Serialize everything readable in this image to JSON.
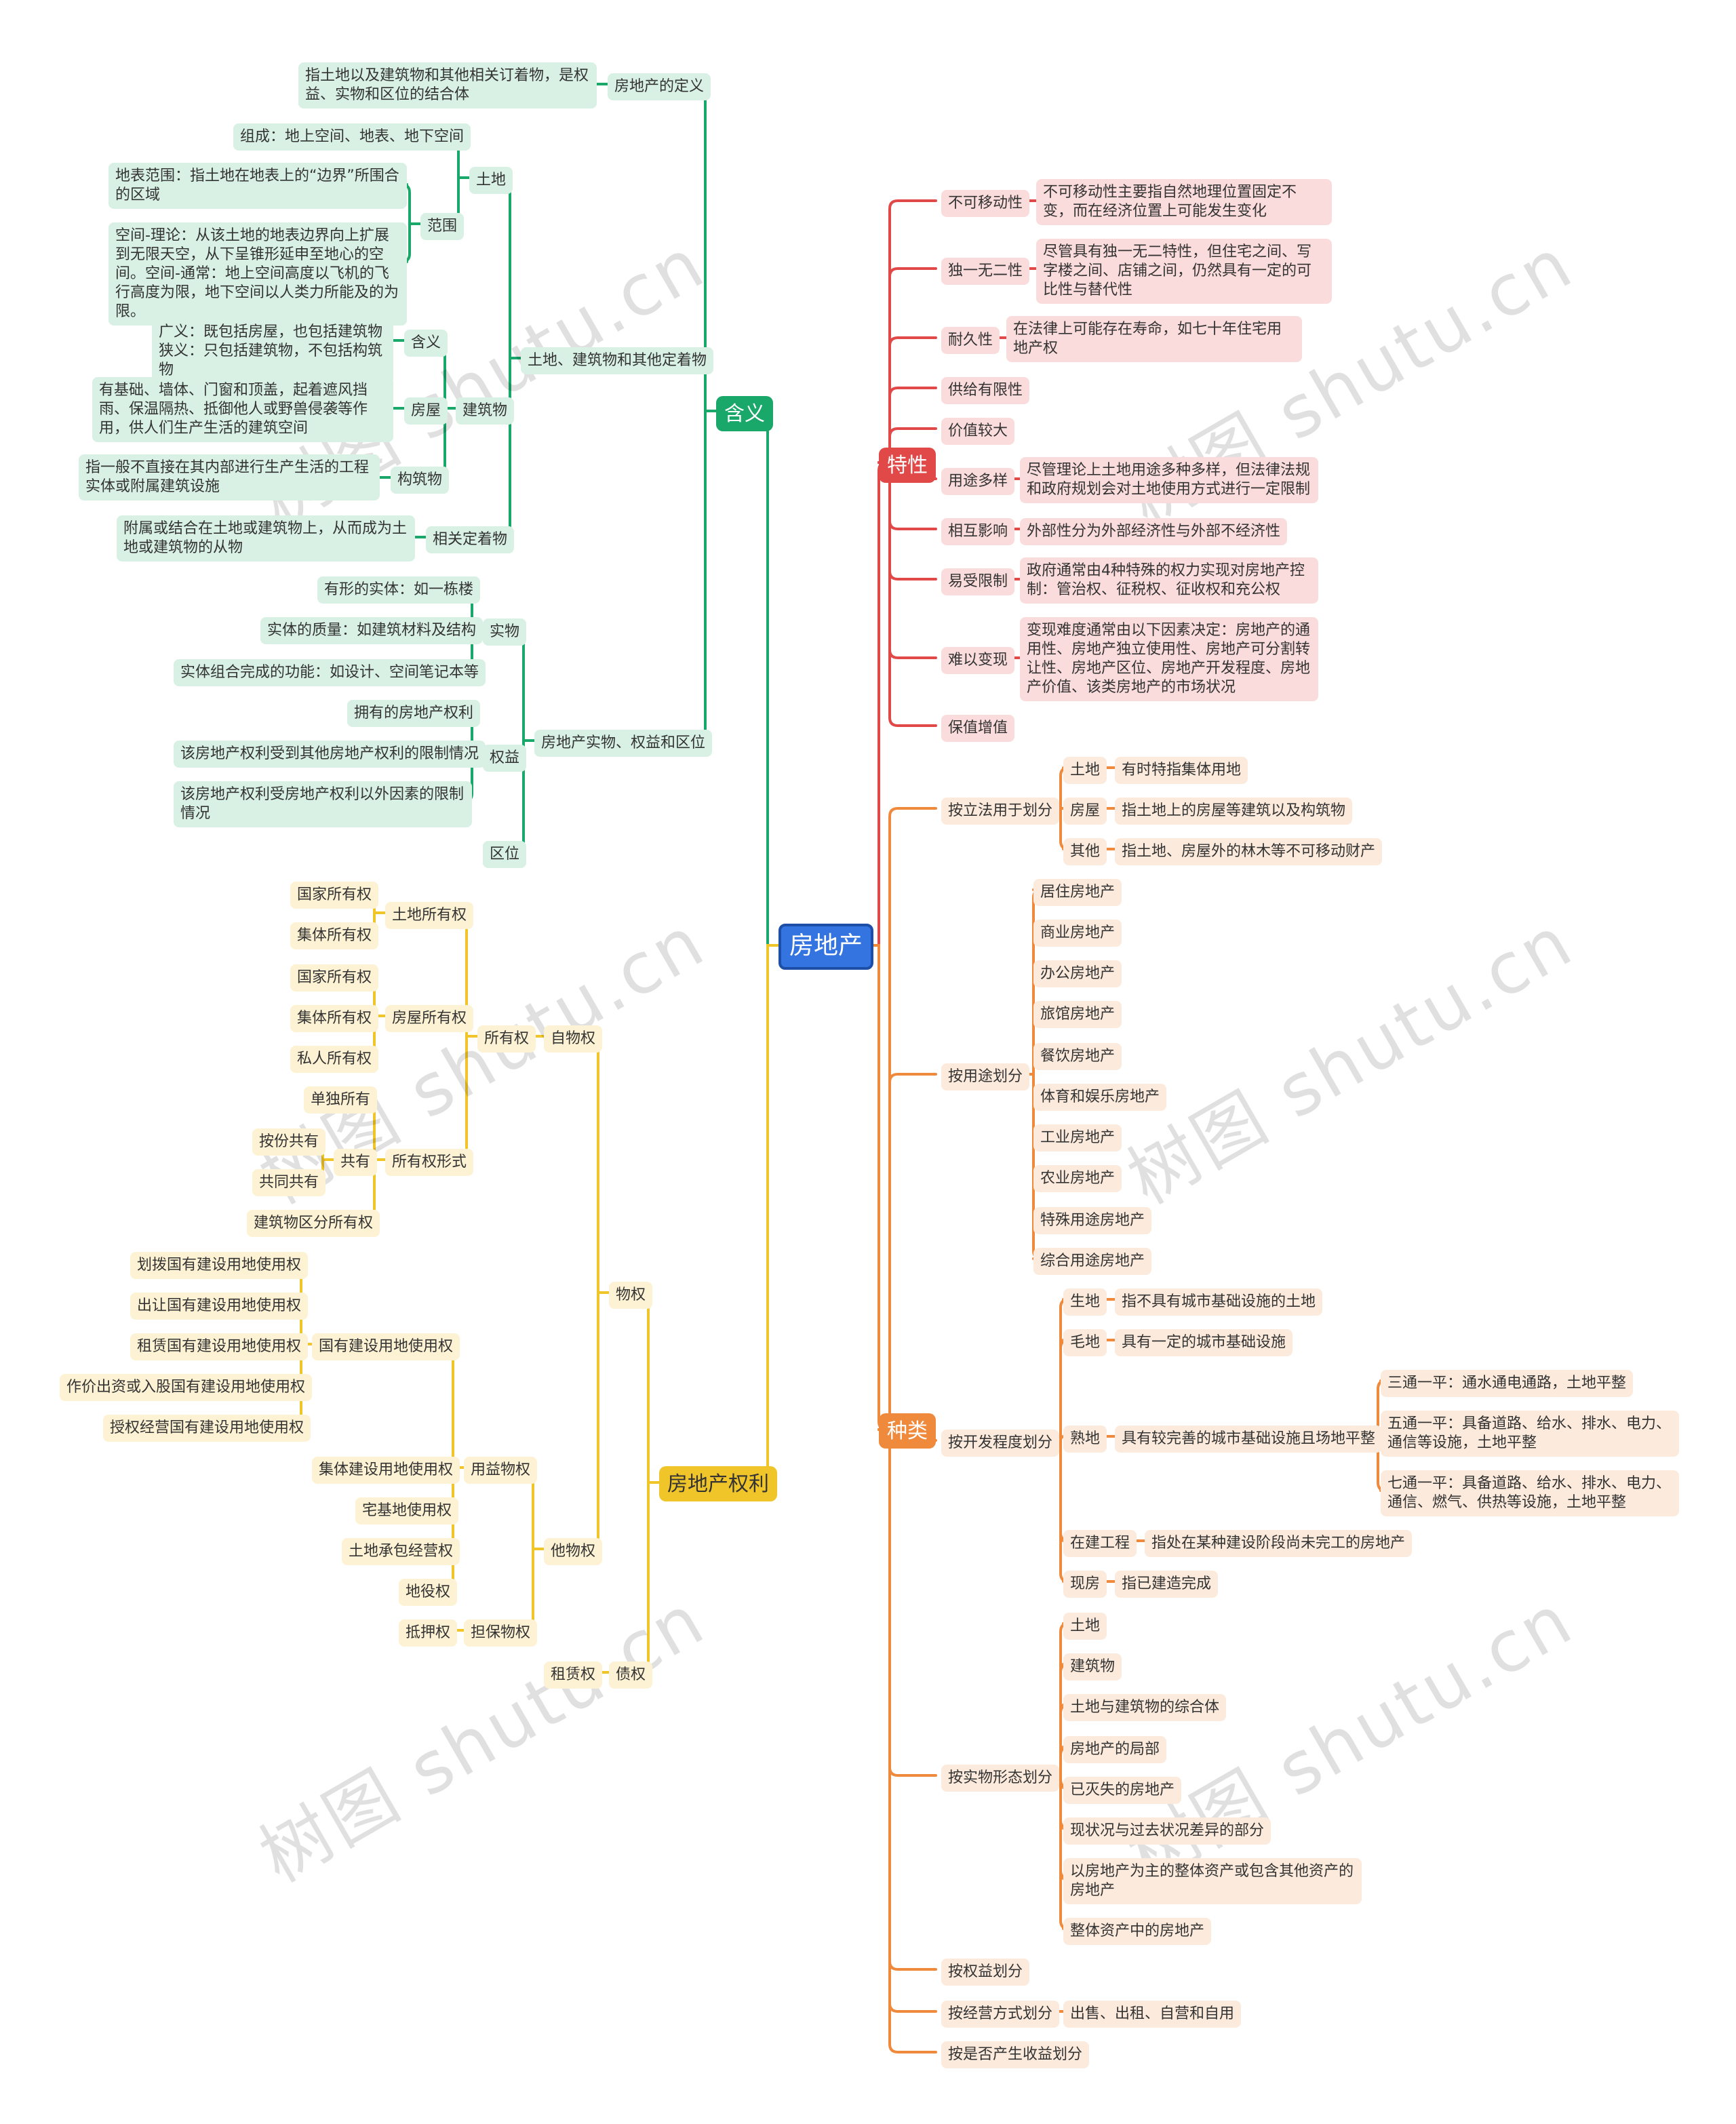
{
  "watermark": "树图 shutu.cn",
  "colors": {
    "green": "#1aa86a",
    "red": "#e14848",
    "orange": "#ef8a3c",
    "yellow": "#f0c52a",
    "root": "#3474e0"
  },
  "root": "房地产",
  "b_meaning": "含义",
  "b_features": "特性",
  "b_types": "种类",
  "b_rights": "房地产权利",
  "m": {
    "def": "房地产的定义",
    "def_t": "指土地以及建筑物和其他相关订着物，是权益、实物和区位的结合体",
    "land_bld": "土地、建筑物和其他定着物",
    "land": "土地",
    "land_comp": "组成：地上空间、地表、地下空间",
    "scope": "范围",
    "scope_surface": "地表范围：指土地在地表上的“边界”所围合的区域",
    "scope_space": "空间-理论：从该土地的地表边界向上扩展到无限天空，从下呈锥形延申至地心的空间。空间-通常：地上空间高度以飞机的飞行高度为限，地下空间以人类力所能及的为限。",
    "bld": "建筑物",
    "bld_meaning": "含义",
    "bld_meaning_t": "广义：既包括房屋，也包括建筑物狭义：只包括建筑物，不包括构筑物",
    "house": "房屋",
    "house_t": "有基础、墙体、门窗和顶盖，起着遮风挡雨、保温隔热、抵御他人或野兽侵袭等作用，供人们生产生活的建筑空间",
    "struct": "构筑物",
    "struct_t": "指一般不直接在其内部进行生产生活的工程实体或附属建筑设施",
    "fixture": "相关定着物",
    "fixture_t": "附属或结合在土地或建筑物上，从而成为土地或建筑物的从物",
    "entity_rights": "房地产实物、权益和区位",
    "entity": "实物",
    "e1": "有形的实体：如一栋楼",
    "e2": "实体的质量：如建筑材料及结构",
    "e3": "实体组合完成的功能：如设计、空间笔记本等",
    "rights": "权益",
    "r1": "拥有的房地产权利",
    "r2": "该房地产权利受到其他房地产权利的限制情况",
    "r3": "该房地产权利受房地产权利以外因素的限制情况",
    "location": "区位"
  },
  "f": {
    "immov": "不可移动性",
    "immov_t": "不可移动性主要指自然地理位置固定不变，而在经济位置上可能发生变化",
    "unique": "独一无二性",
    "unique_t": "尽管具有独一无二特性，但住宅之间、写字楼之间、店铺之间，仍然具有一定的可比性与替代性",
    "durable": "耐久性",
    "durable_t": "在法律上可能存在寿命，如七十年住宅用地产权",
    "limited": "供给有限性",
    "value": "价值较大",
    "multi": "用途多样",
    "multi_t": "尽管理论上土地用途多种多样，但法律法规和政府规划会对土地使用方式进行一定限制",
    "mutual": "相互影响",
    "mutual_t": "外部性分为外部经济性与外部不经济性",
    "restrict": "易受限制",
    "restrict_t": "政府通常由4种特殊的权力实现对房地产控制：管治权、征税权、征收权和充公权",
    "liquid": "难以变现",
    "liquid_t": "变现难度通常由以下因素决定：房地产的通用性、房地产独立使用性、房地产可分割转让性、房地产区位、房地产开发程度、房地产价值、该类房地产的市场状况",
    "preserve": "保值增值"
  },
  "t": {
    "by_law": "按立法用于划分",
    "law_land": "土地",
    "law_land_t": "有时特指集体用地",
    "law_house": "房屋",
    "law_house_t": "指土地上的房屋等建筑以及构筑物",
    "law_other": "其他",
    "law_other_t": "指土地、房屋外的林木等不可移动财产",
    "by_use": "按用途划分",
    "uses": [
      "居住房地产",
      "商业房地产",
      "办公房地产",
      "旅馆房地产",
      "餐饮房地产",
      "体育和娱乐房地产",
      "工业房地产",
      "农业房地产",
      "特殊用途房地产",
      "综合用途房地产"
    ],
    "by_dev": "按开发程度划分",
    "raw": "生地",
    "raw_t": "指不具有城市基础设施的土地",
    "rough": "毛地",
    "rough_t": "具有一定的城市基础设施",
    "mature": "熟地",
    "mature_t": "具有较完善的城市基础设施且场地平整",
    "p3": "三通一平：通水通电通路，土地平整",
    "p5": "五通一平：具备道路、给水、排水、电力、通信等设施，土地平整",
    "p7": "七通一平：具备道路、给水、排水、电力、通信、燃气、供热等设施，土地平整",
    "inprog": "在建工程",
    "inprog_t": "指处在某种建设阶段尚未完工的房地产",
    "ready": "现房",
    "ready_t": "指已建造完成",
    "by_form": "按实物形态划分",
    "forms": [
      "土地",
      "建筑物",
      "土地与建筑物的综合体",
      "房地产的局部",
      "已灭失的房地产",
      "现状况与过去状况差异的部分",
      "以房地产为主的整体资产或包含其他资产的房地产",
      "整体资产中的房地产"
    ],
    "by_right": "按权益划分",
    "by_op": "按经营方式划分",
    "by_op_t": "出售、出租、自营和自用",
    "by_income": "按是否产生收益划分"
  },
  "p": {
    "property": "物权",
    "self": "自物权",
    "own": "所有权",
    "land_own": "土地所有权",
    "state1": "国家所有权",
    "coll1": "集体所有权",
    "house_own": "房屋所有权",
    "state2": "国家所有权",
    "coll2": "集体所有权",
    "private": "私人所有权",
    "own_form": "所有权形式",
    "sole": "单独所有",
    "co": "共有",
    "share_co": "按份共有",
    "joint_co": "共同共有",
    "condo": "建筑物区分所有权",
    "other": "他物权",
    "usufruct": "用益物权",
    "state_land": "国有建设用地使用权",
    "s1": "划拨国有建设用地使用权",
    "s2": "出让国有建设用地使用权",
    "s3": "租赁国有建设用地使用权",
    "s4": "作价出资或入股国有建设用地使用权",
    "s5": "授权经营国有建设用地使用权",
    "coll_land": "集体建设用地使用权",
    "homestead": "宅基地使用权",
    "contract": "土地承包经营权",
    "easement": "地役权",
    "security": "担保物权",
    "mortgage": "抵押权",
    "debt": "债权",
    "lease": "租赁权"
  }
}
